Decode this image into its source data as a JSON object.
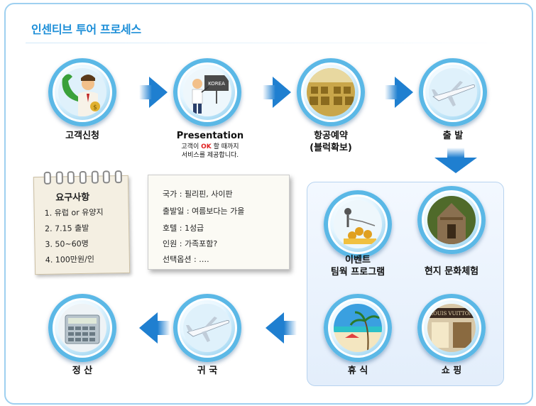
{
  "title": "인센티브 투어 프로세스",
  "steps": {
    "request": {
      "label": "고객신청",
      "icon": "phone-consultant-icon"
    },
    "presentation": {
      "label": "Presentation",
      "sub_prefix": "고객이 ",
      "sub_ok": "OK",
      "sub_suffix": " 할 때까지",
      "sub_line2": "서비스를 제공합니다.",
      "icon": "presenter-icon"
    },
    "booking": {
      "label1": "항공예약",
      "label2": "(블럭확보)",
      "icon": "airplane-cabin-icon"
    },
    "departure": {
      "label": "출 발",
      "icon": "airplane-icon"
    },
    "event": {
      "label1": "이벤트",
      "label2": "팀웍 프로그램",
      "icon": "teamwork-icon"
    },
    "culture": {
      "label": "현지 문화체험",
      "icon": "temple-icon"
    },
    "rest": {
      "label": "휴 식",
      "icon": "beach-icon"
    },
    "shopping": {
      "label": "쇼 핑",
      "icon": "shopping-store-icon"
    },
    "return": {
      "label": "귀 국",
      "icon": "airplane-icon"
    },
    "settlement": {
      "label": "정 산",
      "icon": "calculator-icon"
    }
  },
  "requirements": {
    "heading": "요구사항",
    "items": [
      "1. 유럽 or 유양지",
      "2. 7.15 출발",
      "3. 50~60명",
      "4. 100만원/인"
    ]
  },
  "trip_plan": {
    "lines": [
      "국가 : 필리핀, 사이판",
      "출발일 : 여름보다는 가을",
      "호텔 : 1성급",
      "인원 : 가족포함?",
      "선택옵션 : …."
    ]
  },
  "colors": {
    "title": "#1e8fd8",
    "arrow": "#1f7fd0",
    "ok": "#e02020",
    "frame": "#9ed0f0"
  }
}
